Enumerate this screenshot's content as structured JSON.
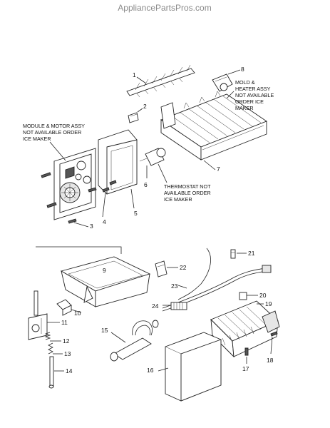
{
  "site": {
    "watermark": "AppliancePartsPros.com"
  },
  "notes": {
    "module_motor": [
      "MODULE & MOTOR ASSY",
      "NOT AVAILABLE ORDER",
      "ICE MAKER"
    ],
    "mold_heater": [
      "MOLD &",
      "HEATER ASSY",
      "NOT AVAILABLE",
      "ORDER ICE",
      "MAKER"
    ],
    "thermostat": [
      "THERMOSTAT NOT",
      "AVAILABLE ORDER",
      "ICE MAKER"
    ]
  },
  "callouts": {
    "c1": "1",
    "c2": "2",
    "c3": "3",
    "c4": "4",
    "c5": "5",
    "c6": "6",
    "c7": "7",
    "c8": "8",
    "c9": "9",
    "c10": "10",
    "c11": "11",
    "c12": "12",
    "c13": "13",
    "c14": "14",
    "c15": "15",
    "c16": "16",
    "c17": "17",
    "c18": "18",
    "c19": "19",
    "c20": "20",
    "c21": "21",
    "c22": "22",
    "c23": "23",
    "c24": "24"
  }
}
